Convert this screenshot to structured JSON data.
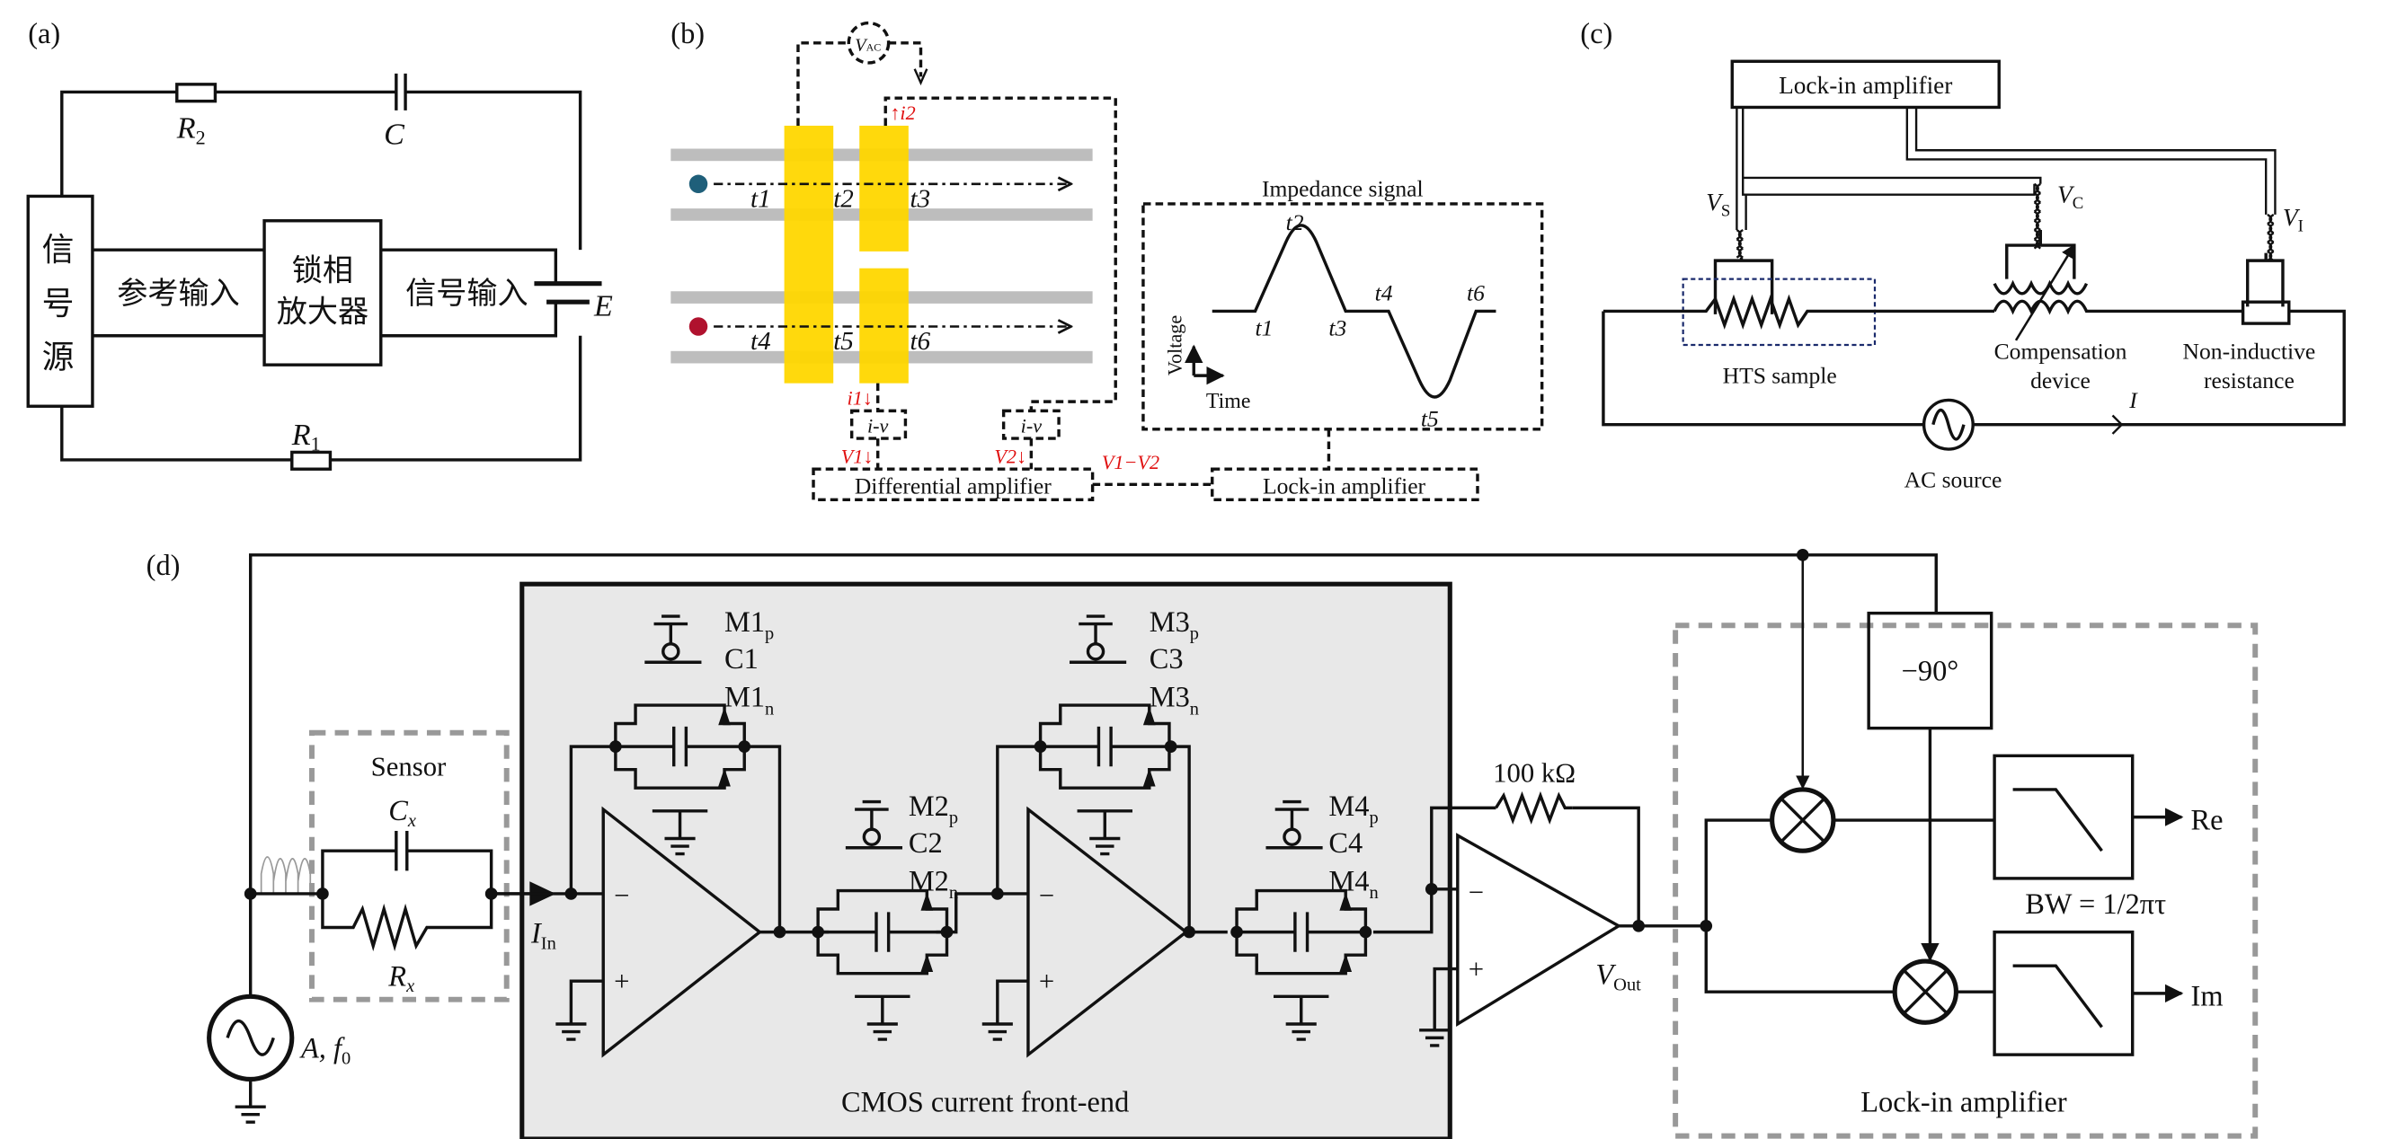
{
  "panel_a": {
    "label": "(a)",
    "r2": "R",
    "r2_sub": "2",
    "c": "C",
    "r1": "R",
    "r1_sub": "1",
    "e": "E",
    "source_chars": [
      "信",
      "号",
      "源"
    ],
    "ref_input": "参考输入",
    "lockin_line1": "锁相",
    "lockin_line2": "放大器",
    "signal_input": "信号输入"
  },
  "panel_b": {
    "label": "(b)",
    "vac": "V",
    "vac_sub": "AC",
    "times": [
      "t1",
      "t2",
      "t3",
      "t4",
      "t5",
      "t6"
    ],
    "i1": "i1↓",
    "i2": "↑i2",
    "iv": "i-v",
    "v1": "V1↓",
    "v2": "V2↓",
    "v1_minus_v2": "V1−V2",
    "diff_amp": "Differential amplifier",
    "lockin": "Lock-in amplifier",
    "impedance_title": "Impedance signal",
    "voltage_axis": "Voltage",
    "time_axis": "Time",
    "colors": {
      "electrode": "#ffd700",
      "channel": "#bdbdbd",
      "signal": "#e01010",
      "particle1": "#1f5f7a",
      "particle2": "#b0122e"
    }
  },
  "panel_c": {
    "label": "(c)",
    "lockin": "Lock-in amplifier",
    "vs": "V",
    "vs_sub": "S",
    "vc": "V",
    "vc_sub": "C",
    "vi": "V",
    "vi_sub": "I",
    "hts": "HTS sample",
    "comp1": "Compensation",
    "comp2": "device",
    "noninductive1": "Non-inductive",
    "noninductive2": "resistance",
    "current": "I",
    "ac_source": "AC source"
  },
  "panel_d": {
    "label": "(d)",
    "sensor": "Sensor",
    "cx": "C",
    "cx_sub": "x",
    "rx": "R",
    "rx_sub": "x",
    "source": "A,  f",
    "source_sub": "0",
    "iin": "I",
    "iin_sub": "In",
    "transistors": [
      {
        "p": "M1",
        "c": "C1",
        "n": "M1"
      },
      {
        "p": "M2",
        "c": "C2",
        "n": "M2"
      },
      {
        "p": "M3",
        "c": "C3",
        "n": "M3"
      },
      {
        "p": "M4",
        "c": "C4",
        "n": "M4"
      }
    ],
    "p_sub": "p",
    "n_sub": "n",
    "minus": "−",
    "plus": "+",
    "feedback_r": "100 kΩ",
    "vout": "V",
    "vout_sub": "Out",
    "cmos": "CMOS current front-end",
    "phase": "−90°",
    "re": "Re",
    "im": "Im",
    "bw": "BW = 1/2πτ",
    "lockin": "Lock-in amplifier",
    "colors": {
      "cmos_fill": "#e8e8e8",
      "dashed_box": "#999999"
    }
  }
}
